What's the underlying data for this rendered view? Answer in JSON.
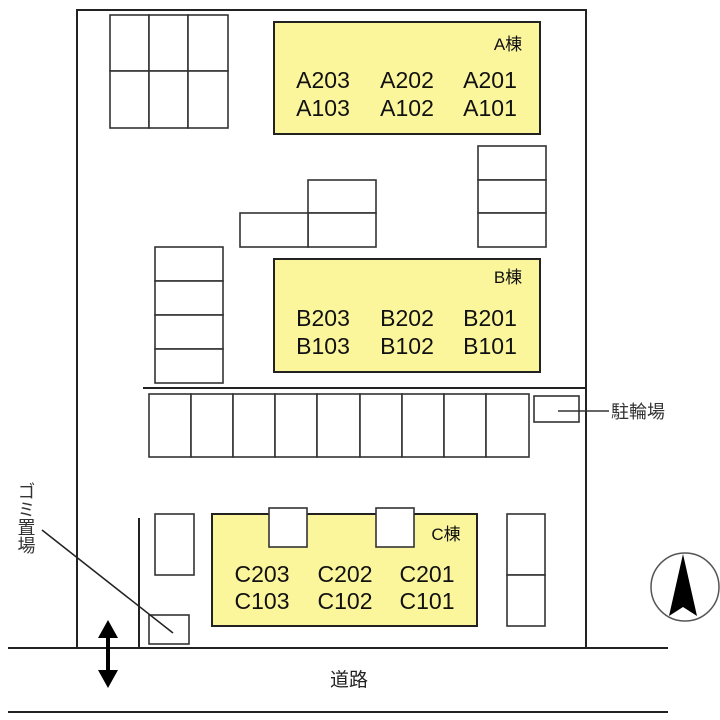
{
  "buildings": [
    {
      "name": "A棟",
      "units": [
        "A203",
        "A202",
        "A201",
        "A103",
        "A102",
        "A101"
      ]
    },
    {
      "name": "B棟",
      "units": [
        "B203",
        "B202",
        "B201",
        "B103",
        "B102",
        "B101"
      ]
    },
    {
      "name": "C棟",
      "units": [
        "C203",
        "C202",
        "C201",
        "C103",
        "C102",
        "C101"
      ]
    }
  ],
  "labels": {
    "bicycle_parking": "駐輪場",
    "garbage": "ゴミ置場",
    "road": "道路"
  },
  "colors": {
    "building_fill": "#fbf69c"
  },
  "icons": {
    "compass": "north-arrow-icon",
    "entrance": "double-arrow-icon"
  }
}
